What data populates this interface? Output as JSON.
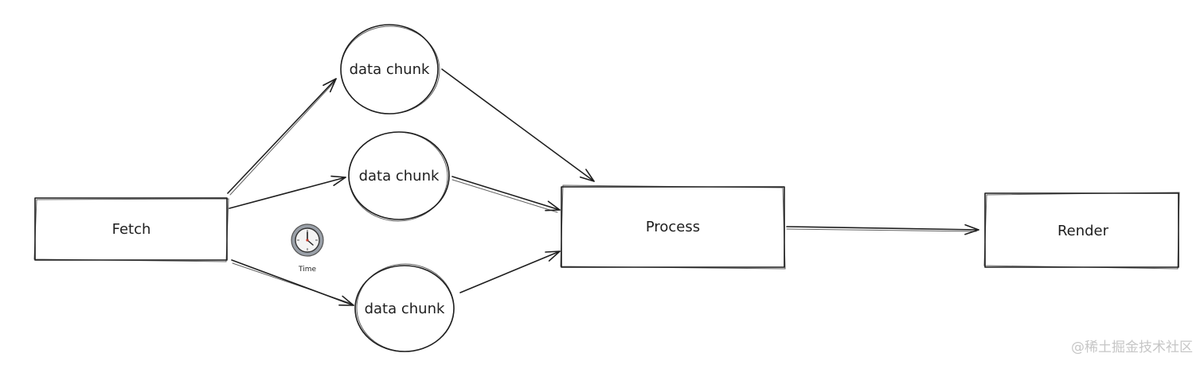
{
  "nodes": {
    "fetch": "Fetch",
    "chunk_top": "data chunk",
    "chunk_middle": "data chunk",
    "chunk_bottom": "data chunk",
    "process": "Process",
    "render": "Render"
  },
  "clock": {
    "label": "Time",
    "icon": "clock-icon"
  },
  "watermark": "@稀土掘金技术社区",
  "colors": {
    "stroke": "#1e1e1e",
    "background": "#ffffff",
    "watermark": "#c6c6c6",
    "clock_face": "#9aa0a8"
  }
}
